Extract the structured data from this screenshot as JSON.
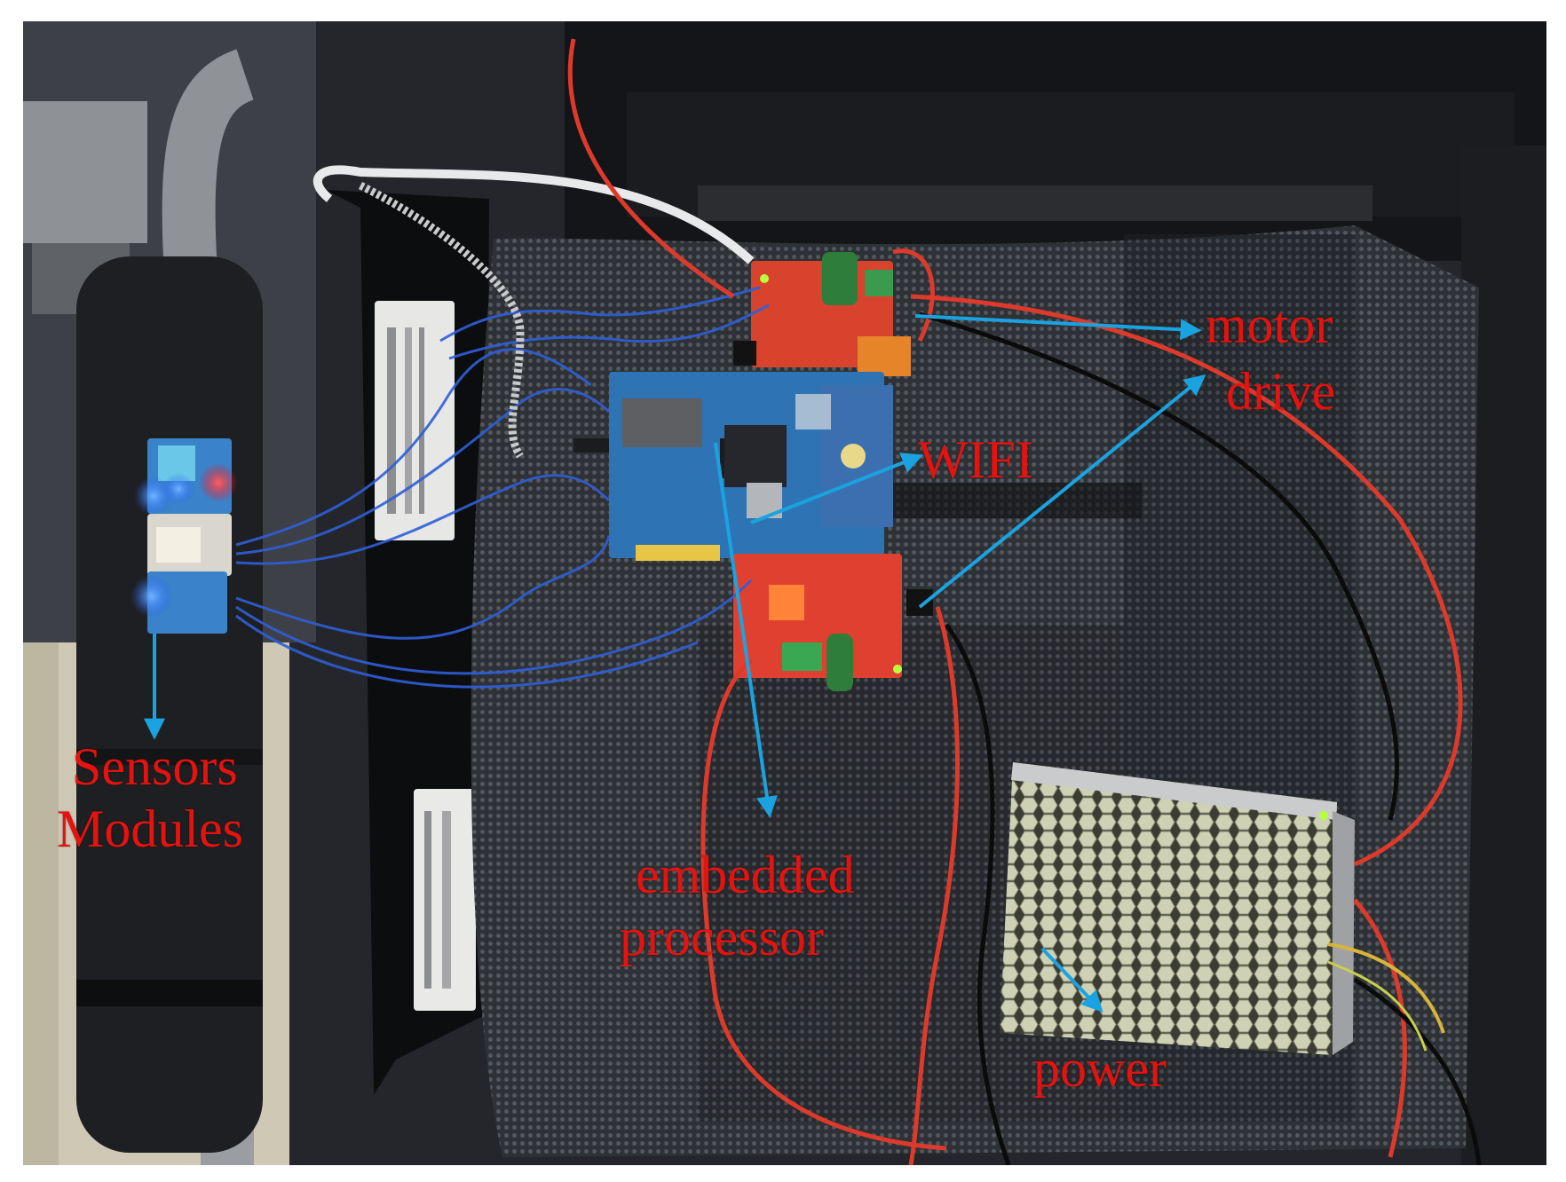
{
  "colors": {
    "label_red": "#e4130f",
    "arrow_blue": "#1aa3e0"
  },
  "labels": {
    "motor_drive_line1": "motor",
    "motor_drive_line2": "drive",
    "wifi": "WIFI",
    "sensors_line1": "Sensors",
    "sensors_line2": "Modules",
    "embedded_line1": "embedded",
    "embedded_line2": "processor",
    "power": "power"
  }
}
